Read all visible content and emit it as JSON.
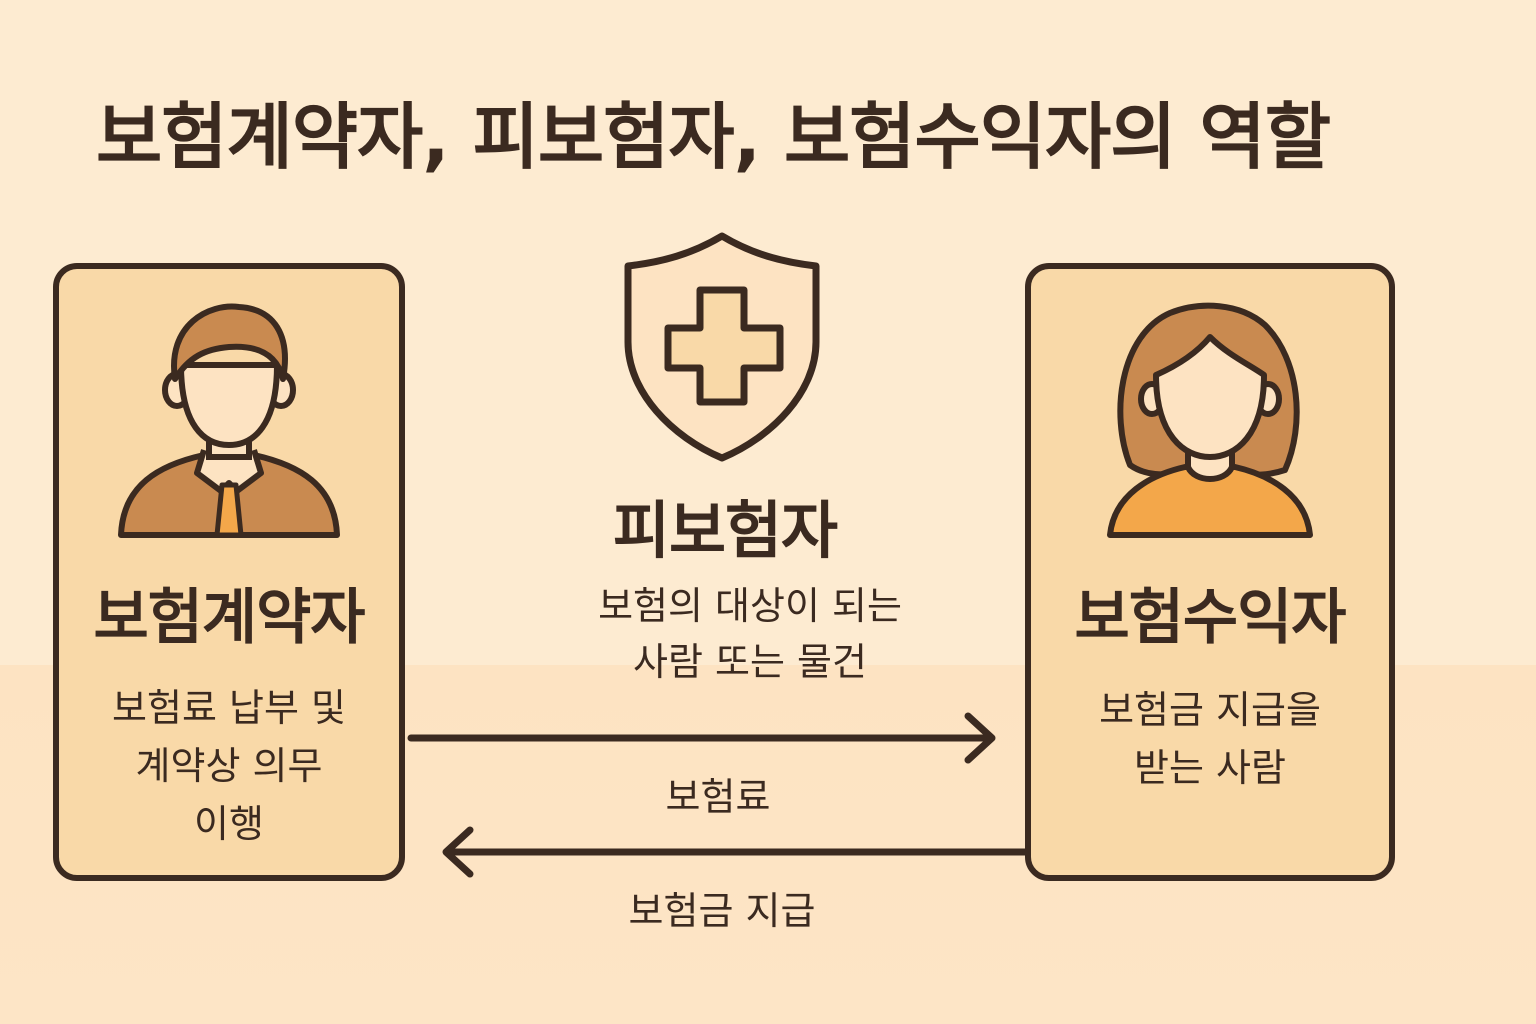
{
  "title": "보험계약자, 피보험자, 보험수익자의 역할",
  "policyholder": {
    "title": "보험계약자",
    "description": "보험료 납부 및\n계약상 의무\n이행",
    "icon": "man-with-tie-icon"
  },
  "insured": {
    "title": "피보험자",
    "description": "보험의 대상이 되는\n사람 또는 물건",
    "icon": "shield-cross-icon"
  },
  "beneficiary": {
    "title": "보험수익자",
    "description": "보험금 지급을\n받는 사람",
    "icon": "woman-icon"
  },
  "flows": {
    "premium_label": "보험료",
    "payout_label": "보험금 지급"
  },
  "colors": {
    "background": "#fdebd1",
    "card": "#f9d9a8",
    "outline": "#3b2a20",
    "accent_brown": "#c98a50",
    "accent_orange": "#f3a74a"
  }
}
